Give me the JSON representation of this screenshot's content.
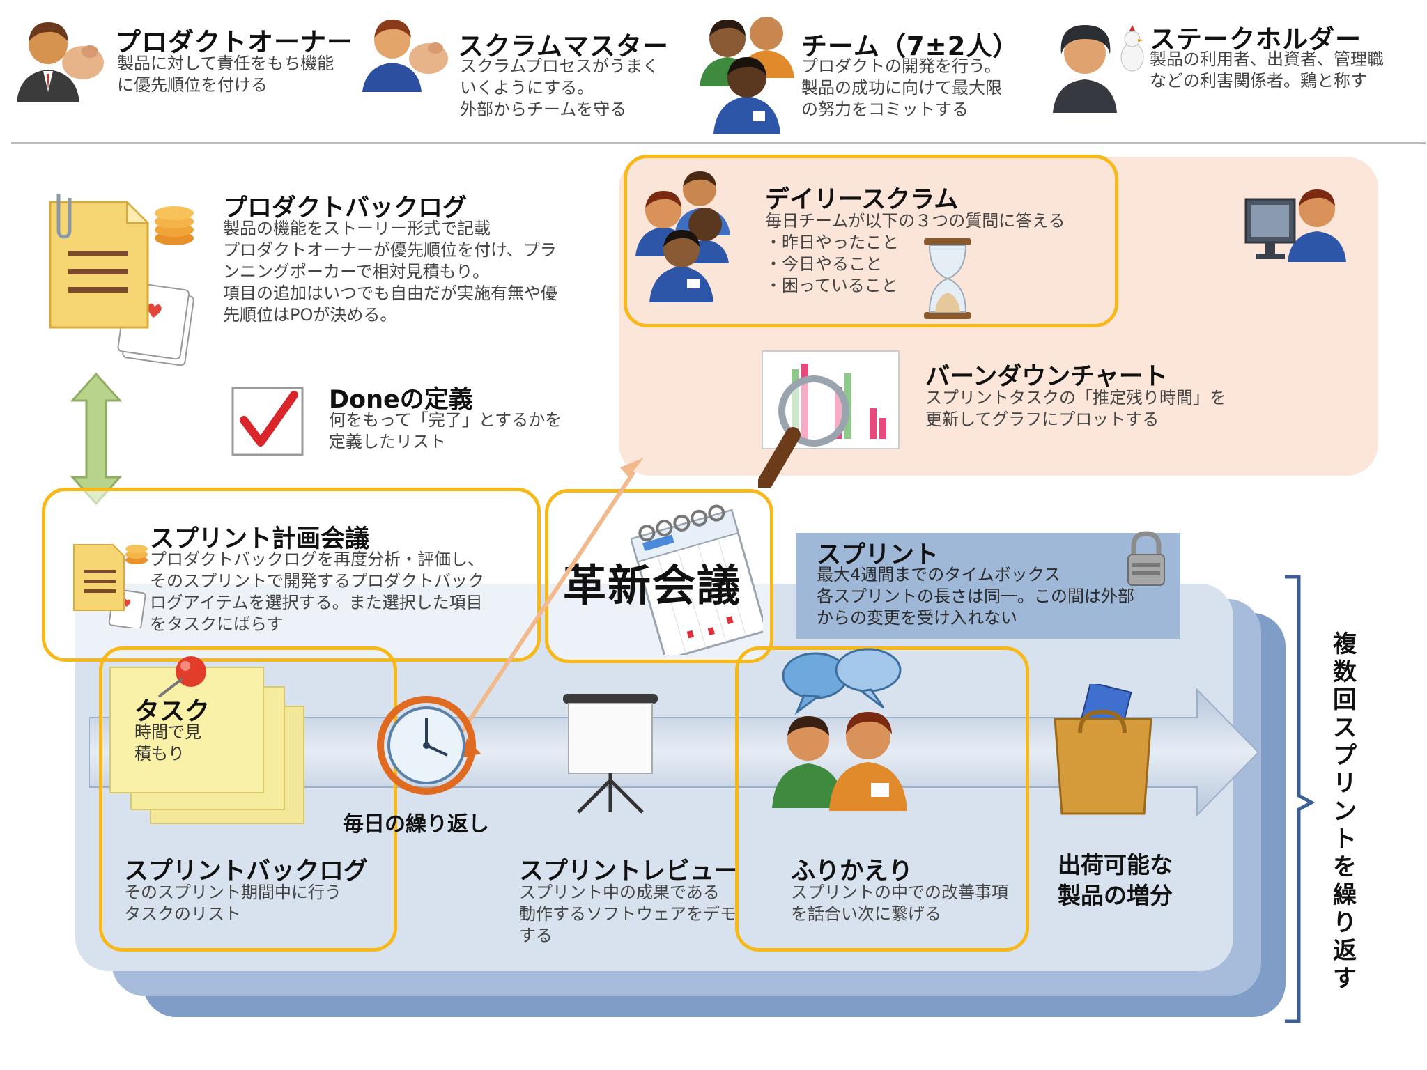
{
  "roles": [
    {
      "title": "プロダクトオーナー",
      "desc": [
        "製品に対して責任をもち機能",
        "に優先順位を付ける"
      ]
    },
    {
      "title": "スクラムマスター",
      "desc": [
        "スクラムプロセスがうまく",
        "いくようにする。",
        "外部からチームを守る"
      ]
    },
    {
      "title": "チーム（7±2人）",
      "desc": [
        "プロダクトの開発を行う。",
        "製品の成功に向けて最大限",
        "の努力をコミットする"
      ]
    },
    {
      "title": "ステークホルダー",
      "desc": [
        "製品の利用者、出資者、管理職",
        "などの利害関係者。鶏と称す"
      ]
    }
  ],
  "product_backlog": {
    "title": "プロダクトバックログ",
    "desc": [
      "製品の機能をストーリー形式で記載",
      "プロダクトオーナーが優先順位を付け、プラ",
      "ンニングポーカーで相対見積もり。",
      "項目の追加はいつでも自由だが実施有無や優",
      "先順位はPOが決める。"
    ]
  },
  "done": {
    "title": "Doneの定義",
    "desc": [
      "何をもって「完了」とするかを",
      "定義したリスト"
    ]
  },
  "daily_scrum": {
    "title": "デイリースクラム",
    "desc": [
      "毎日チームが以下の３つの質問に答える",
      "・昨日やったこと",
      "・今日やること",
      "・困っていること"
    ]
  },
  "burndown": {
    "title": "バーンダウンチャート",
    "desc": [
      "スプリントタスクの「推定残り時間」を",
      "更新してグラフにプロットする"
    ]
  },
  "sprint_planning": {
    "title": "スプリント計画会議",
    "desc": [
      "プロダクトバックログを再度分析・評価し、",
      "そのスプリントで開発するプロダクトバック",
      "ログアイテムを選択する。また選択した項目",
      "をタスクにばらす"
    ]
  },
  "innovation": {
    "title": "革新会議"
  },
  "sprint": {
    "title": "スプリント",
    "desc": [
      "最大4週間までのタイムボックス",
      "各スプリントの長さは同一。この間は外部",
      "からの変更を受け入れない"
    ]
  },
  "task": {
    "title": "タスク",
    "desc": [
      "時間で見",
      "積もり"
    ]
  },
  "daily_repeat": "毎日の繰り返し",
  "sprint_backlog": {
    "title": "スプリントバックログ",
    "desc": [
      "そのスプリント期間中に行う",
      "タスクのリスト"
    ]
  },
  "sprint_review": {
    "title": "スプリントレビュー",
    "desc": [
      "スプリント中の成果である",
      "動作するソフトウェアをデモ",
      "する"
    ]
  },
  "retrospective": {
    "title": "ふりかえり",
    "desc": [
      "スプリントの中での改善事項",
      "を話合い次に繋げる"
    ]
  },
  "increment": {
    "title": [
      "出荷可能な",
      "製品の増分"
    ]
  },
  "repeat_label": "複数回スプリントを繰り返す",
  "colors": {
    "highlight": "#f7b81a",
    "sprint_bg": "#d3deec",
    "peach": "#fbe6d9",
    "sprint_label_bg": "#9fb8d8"
  }
}
